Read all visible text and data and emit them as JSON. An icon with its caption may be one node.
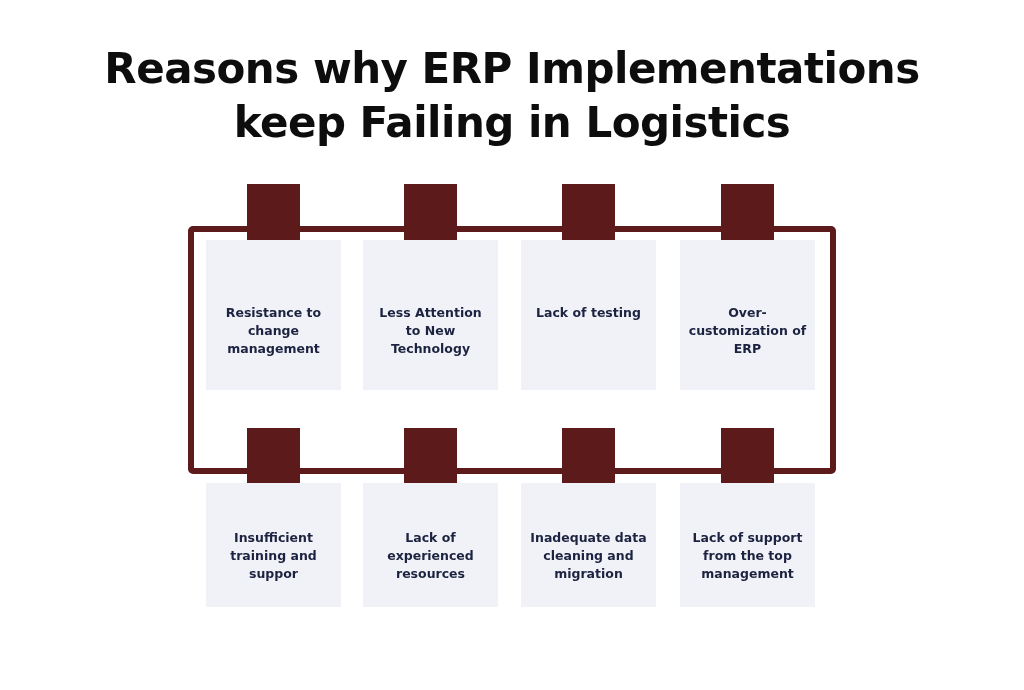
{
  "diagram": {
    "title": "Reasons why ERP Implementations keep Failing in Logistics",
    "nodes": [
      {
        "text": [
          "Resistance to change management"
        ]
      },
      {
        "text": [
          "Less Attention to New Technology"
        ]
      },
      {
        "text": [
          "Lack of testing"
        ]
      },
      {
        "text": [
          "Over-customization of ERP"
        ]
      },
      {
        "text": [
          "Insufficient training and suppor"
        ]
      },
      {
        "text": [
          "Lack of experienced resources"
        ]
      },
      {
        "text": [
          "Inadequate data cleaning and migration"
        ]
      },
      {
        "text": [
          "Lack of support from the top management"
        ]
      }
    ]
  }
}
